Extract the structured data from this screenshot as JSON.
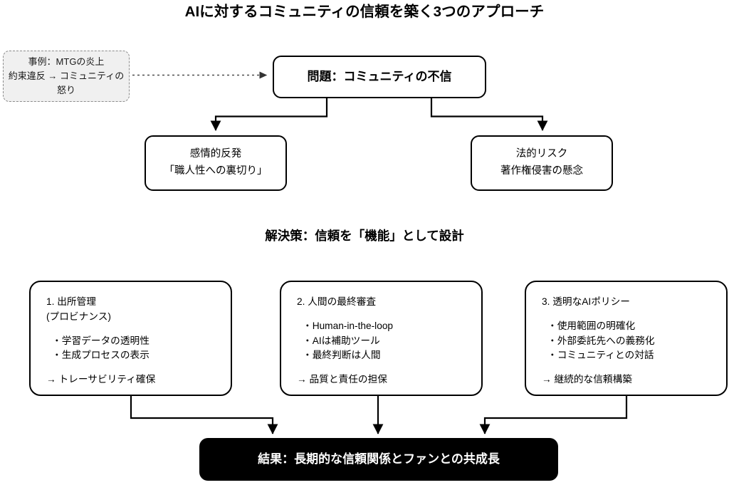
{
  "title": "AIに対するコミュニティの信頼を築く3つのアプローチ",
  "section_title": "解決策：信頼を「機能」として設計",
  "example_box": {
    "line1": "事例：MTGの炎上",
    "line2": "約束違反 → コミュニティの",
    "line3": "怒り"
  },
  "problem": {
    "label": "問題：コミュニティの不信"
  },
  "consequences": [
    {
      "line1": "感情的反発",
      "line2": "「職人性への裏切り」"
    },
    {
      "line1": "法的リスク",
      "line2": "著作権侵害の懸念"
    }
  ],
  "solutions": [
    {
      "heading": "1. 出所管理\n(プロビナンス)",
      "bullets": [
        "・学習データの透明性",
        "・生成プロセスの表示"
      ],
      "outcome": "→ トレーサビリティ確保"
    },
    {
      "heading": "2. 人間の最終審査",
      "bullets": [
        "・Human-in-the-loop",
        "・AIは補助ツール",
        "・最終判断は人間"
      ],
      "outcome": "→ 品質と責任の担保"
    },
    {
      "heading": "3. 透明なAIポリシー",
      "bullets": [
        "・使用範囲の明確化",
        "・外部委託先への義務化",
        "・コミュニティとの対話"
      ],
      "outcome": "→ 継続的な信頼構築"
    }
  ],
  "result": {
    "label": "結果：長期的な信頼関係とファンとの共成長"
  },
  "colors": {
    "stroke": "#000000",
    "example_fill": "#f0f0f0",
    "example_stroke": "#8c8c8c",
    "result_fill": "#000000",
    "result_text": "#ffffff",
    "page_bg": "#ffffff"
  }
}
